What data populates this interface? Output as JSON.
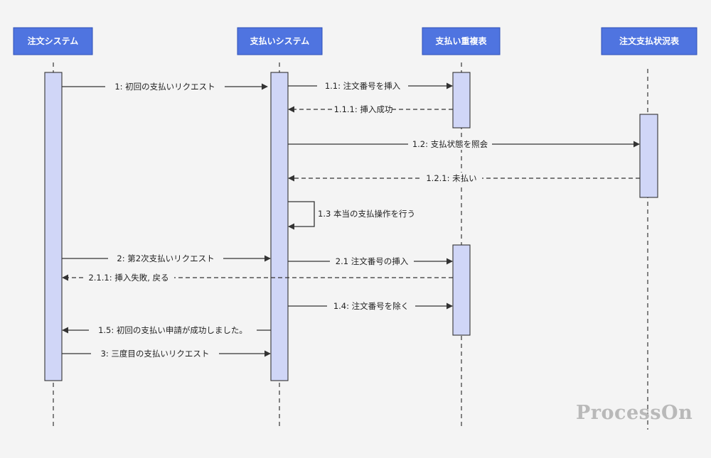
{
  "actors": [
    {
      "id": "order",
      "label": "注文システム"
    },
    {
      "id": "payment",
      "label": "支払いシステム"
    },
    {
      "id": "dup",
      "label": "支払い重複表"
    },
    {
      "id": "status",
      "label": "注文支払状況表"
    }
  ],
  "messages": [
    {
      "id": "m1",
      "label": "1: 初回の支払いリクエスト",
      "from": "order",
      "to": "payment",
      "style": "solid"
    },
    {
      "id": "m1_1",
      "label": "1.1: 注文番号を挿入",
      "from": "payment",
      "to": "dup",
      "style": "solid"
    },
    {
      "id": "m1_1_1",
      "label": "1.1.1: 挿入成功",
      "from": "dup",
      "to": "payment",
      "style": "dashed"
    },
    {
      "id": "m1_2",
      "label": "1.2: 支払状態を照会",
      "from": "payment",
      "to": "status",
      "style": "solid"
    },
    {
      "id": "m1_2_1",
      "label": "1.2.1: 未払い",
      "from": "status",
      "to": "payment",
      "style": "dashed"
    },
    {
      "id": "m1_3",
      "label": "1.3 本当の支払操作を行う",
      "from": "payment",
      "to": "payment",
      "style": "self"
    },
    {
      "id": "m2",
      "label": "2: 第2次支払いリクエスト",
      "from": "order",
      "to": "payment",
      "style": "solid"
    },
    {
      "id": "m2_1",
      "label": "2.1 注文番号の挿入",
      "from": "payment",
      "to": "dup",
      "style": "solid"
    },
    {
      "id": "m2_1_1",
      "label": "2.1.1: 挿入失敗, 戻る",
      "from": "dup",
      "to": "order",
      "style": "dashed"
    },
    {
      "id": "m1_4",
      "label": "1.4: 注文番号を除く",
      "from": "payment",
      "to": "dup",
      "style": "solid"
    },
    {
      "id": "m1_5",
      "label": "1.5: 初回の支払い申請が成功しました。",
      "from": "payment",
      "to": "order",
      "style": "solid"
    },
    {
      "id": "m3",
      "label": "3: 三度目の支払いリクエスト",
      "from": "order",
      "to": "payment",
      "style": "solid"
    }
  ],
  "watermark": "ProcessOn"
}
